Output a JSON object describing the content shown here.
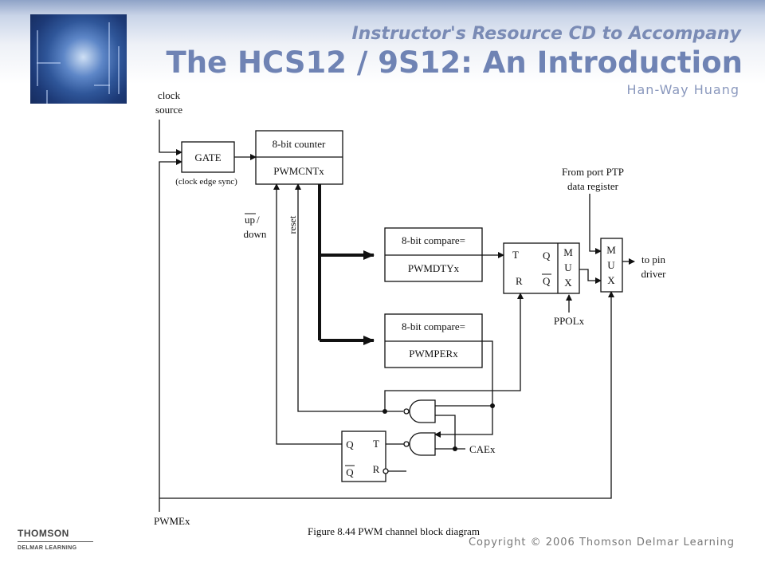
{
  "header": {
    "subtitle": "Instructor's Resource CD to Accompany",
    "title": "The HCS12 / 9S12: An Introduction",
    "author": "Han-Way Huang"
  },
  "footer": {
    "copyright": "Copyright © 2006 Thomson Delmar Learning",
    "brand_top": "THOMSON",
    "brand_bottom": "DELMAR LEARNING"
  },
  "diagram": {
    "clock_source": [
      "clock",
      "source"
    ],
    "gate": "GATE",
    "gate_note": "(clock edge sync)",
    "counter_title": "8-bit counter",
    "counter_reg": "PWMCNTx",
    "up_label": "up",
    "up_slash": "/",
    "down_label": "down",
    "reset_label": "reset",
    "compare_dty_title": "8-bit compare=",
    "compare_dty_reg": "PWMDTYx",
    "compare_per_title": "8-bit compare=",
    "compare_per_reg": "PWMPERx",
    "ff_t": "T",
    "ff_q": "Q",
    "ff_r": "R",
    "ff_qbar": "Q",
    "mux_letters": [
      "M",
      "U",
      "X"
    ],
    "port_label": [
      "From port PTP",
      "data register"
    ],
    "to_pin": [
      "to pin",
      "driver"
    ],
    "ppol": "PPOLx",
    "caex": "CAEx",
    "pwmex": "PWMEx",
    "caption": "Figure 8.44 PWM channel block diagram"
  }
}
